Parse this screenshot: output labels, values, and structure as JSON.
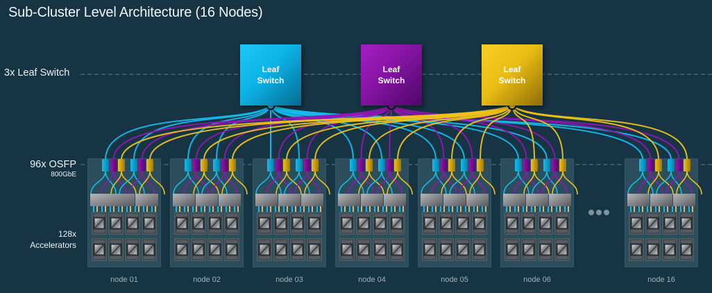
{
  "title": "Sub-Cluster Level Architecture (16 Nodes)",
  "labels": {
    "leaf_row": "3x Leaf Switch",
    "osfp_row": "96x OSFP",
    "osfp_sub": "800GbE",
    "accel_count": "128x",
    "accel_label": "Accelerators"
  },
  "leaf_switches": [
    {
      "line1": "Leaf",
      "line2": "Switch",
      "color": "#12bdee"
    },
    {
      "line1": "Leaf",
      "line2": "Switch",
      "color": "#9416b4"
    },
    {
      "line1": "Leaf",
      "line2": "Switch",
      "color": "#eec21a"
    }
  ],
  "nodes": [
    {
      "label": "node 01"
    },
    {
      "label": "node 02"
    },
    {
      "label": "node 03"
    },
    {
      "label": "node 04"
    },
    {
      "label": "node 05"
    },
    {
      "label": "node 06"
    },
    {
      "label": "node 16"
    }
  ],
  "ellipsis": "more-nodes",
  "node_spec": {
    "osfp_groups_per_node": 2,
    "ports_per_group": [
      "cyan",
      "purple",
      "yellow"
    ],
    "accelerators_per_node": 8,
    "accelerator_rows": 2,
    "accelerator_cols": 4
  },
  "colors": {
    "background": "#163443",
    "cyan": "#12bdee",
    "purple": "#9416b4",
    "yellow": "#eec21a",
    "panel": "#2c4d5b"
  }
}
